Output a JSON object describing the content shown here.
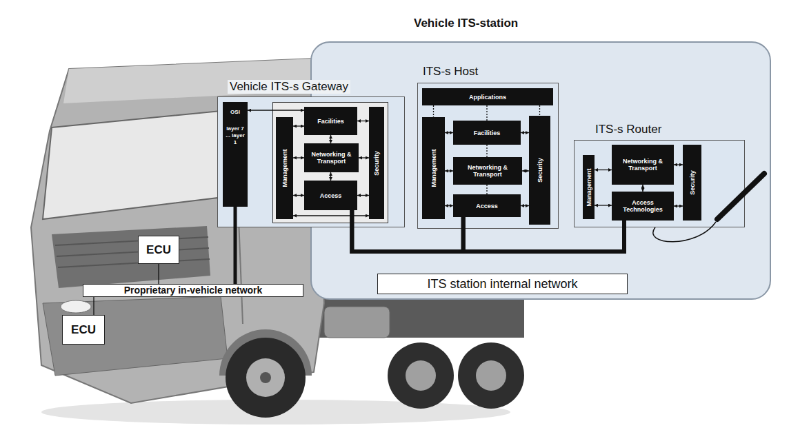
{
  "diagram": {
    "nodes": [
      {
        "text": [
          "Vehicle ITS-station"
        ]
      },
      {
        "text": [
          "Vehicle ITS-s Gateway"
        ]
      },
      {
        "text": [
          "OSI",
          "layer 7 ... layer 1"
        ],
        "in": 1
      },
      {
        "text": [
          "Management"
        ],
        "in": 1
      },
      {
        "text": [
          "Facilities"
        ],
        "in": 1
      },
      {
        "text": [
          "Networking & Transport"
        ],
        "in": 1
      },
      {
        "text": [
          "Access"
        ],
        "in": 1
      },
      {
        "text": [
          "Security"
        ],
        "in": 1
      },
      {
        "text": [
          "ITS-s Host"
        ],
        "in": 0
      },
      {
        "text": [
          "Applications"
        ],
        "in": 8
      },
      {
        "text": [
          "Management"
        ],
        "in": 8
      },
      {
        "text": [
          "Facilities"
        ],
        "in": 8
      },
      {
        "text": [
          "Networking & Transport"
        ],
        "in": 8
      },
      {
        "text": [
          "Access"
        ],
        "in": 8
      },
      {
        "text": [
          "Security"
        ],
        "in": 8
      },
      {
        "text": [
          "ITS-s Router"
        ],
        "in": 0
      },
      {
        "text": [
          "Management"
        ],
        "in": 15
      },
      {
        "text": [
          "Networking & Transport"
        ],
        "in": 15
      },
      {
        "text": [
          "Access Technologies"
        ],
        "in": 15
      },
      {
        "text": [
          "Security"
        ],
        "in": 15
      },
      {
        "text": [
          "ECU"
        ]
      },
      {
        "text": [
          "Proprietary in-vehicle network"
        ]
      },
      {
        "text": [
          "ECU"
        ]
      },
      {
        "text": [
          "ITS station internal network"
        ],
        "in": 0
      }
    ],
    "edges": [
      {
        "from": 20,
        "to": 21,
        "arrow": "none"
      },
      {
        "from": 22,
        "to": 21,
        "arrow": "none"
      },
      {
        "from": 2,
        "to": 21,
        "arrow": "none"
      },
      {
        "from": 2,
        "to": 4,
        "arrow": "both"
      },
      {
        "from": 3,
        "to": 4,
        "arrow": "both"
      },
      {
        "from": 3,
        "to": 5,
        "arrow": "both"
      },
      {
        "from": 3,
        "to": 6,
        "arrow": "both"
      },
      {
        "from": 4,
        "to": 5,
        "arrow": "both"
      },
      {
        "from": 5,
        "to": 6,
        "arrow": "both"
      },
      {
        "from": 4,
        "to": 7,
        "arrow": "both"
      },
      {
        "from": 5,
        "to": 7,
        "arrow": "both"
      },
      {
        "from": 6,
        "to": 7,
        "arrow": "both"
      },
      {
        "from": 3,
        "to": 7,
        "arrow": "both"
      },
      {
        "from": 9,
        "to": 10,
        "arrow": "none"
      },
      {
        "from": 9,
        "to": 11,
        "arrow": "none"
      },
      {
        "from": 9,
        "to": 14,
        "arrow": "none"
      },
      {
        "from": 11,
        "to": 12,
        "arrow": "none"
      },
      {
        "from": 12,
        "to": 13,
        "arrow": "none"
      },
      {
        "from": 10,
        "to": 11,
        "arrow": "both"
      },
      {
        "from": 10,
        "to": 12,
        "arrow": "both"
      },
      {
        "from": 10,
        "to": 13,
        "arrow": "both"
      },
      {
        "from": 11,
        "to": 14,
        "arrow": "both"
      },
      {
        "from": 12,
        "to": 14,
        "arrow": "both"
      },
      {
        "from": 13,
        "to": 14,
        "arrow": "both"
      },
      {
        "from": 17,
        "to": 18,
        "arrow": "both"
      },
      {
        "from": 16,
        "to": 17,
        "arrow": "both"
      },
      {
        "from": 16,
        "to": 18,
        "arrow": "both"
      },
      {
        "from": 17,
        "to": 19,
        "arrow": "both"
      },
      {
        "from": 18,
        "to": 19,
        "arrow": "both"
      },
      {
        "from": 6,
        "to": 13,
        "arrow": "none"
      },
      {
        "from": 6,
        "to": 18,
        "arrow": "none"
      },
      {
        "from": 13,
        "to": 18,
        "arrow": "none"
      }
    ]
  }
}
